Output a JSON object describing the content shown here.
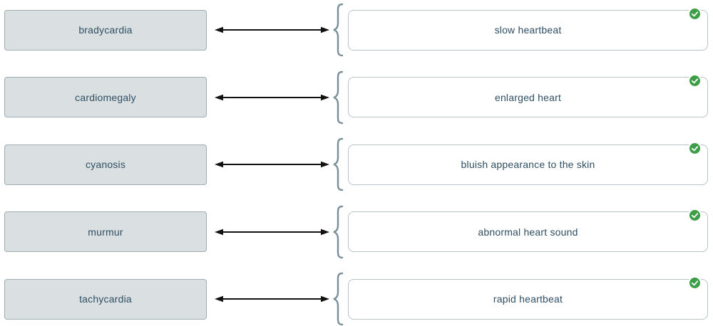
{
  "exercise": {
    "type": "matching",
    "rows": [
      {
        "term": "bradycardia",
        "definition": "slow heartbeat",
        "status": "correct"
      },
      {
        "term": "cardiomegaly",
        "definition": "enlarged heart",
        "status": "correct"
      },
      {
        "term": "cyanosis",
        "definition": "bluish appearance to the skin",
        "status": "correct"
      },
      {
        "term": "murmur",
        "definition": "abnormal heart sound",
        "status": "correct"
      },
      {
        "term": "tachycardia",
        "definition": "rapid heartbeat",
        "status": "correct"
      }
    ]
  },
  "icons": {
    "connector": "double-arrow-icon",
    "group": "left-brace-icon",
    "status_correct": "check-circle-icon"
  },
  "colors": {
    "term_box_bg": "#dae0e1",
    "term_box_border": "#9dadb3",
    "definition_box_border": "#b8c4c9",
    "text": "#2e4e63",
    "brace": "#78909c",
    "arrow": "#111111",
    "correct_badge": "#3e9e47"
  }
}
